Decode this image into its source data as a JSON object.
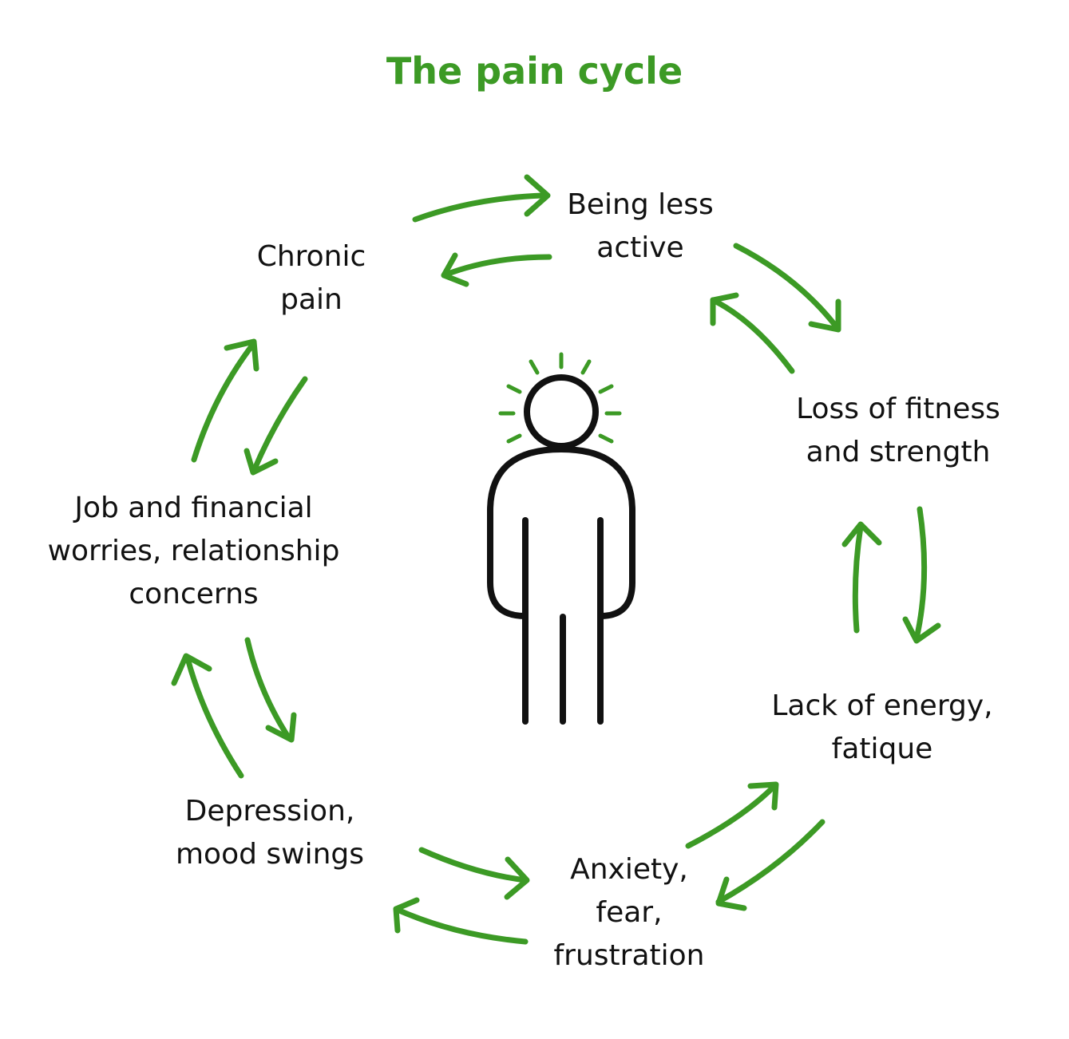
{
  "title": "The pain cycle",
  "colors": {
    "accent": "#3c9a25",
    "figure": "#111111",
    "text": "#111111"
  },
  "figure_icon": "person-with-pain-icon",
  "nodes": [
    {
      "id": "chronic-pain",
      "lines": [
        "Chronic",
        "pain"
      ]
    },
    {
      "id": "being-less-active",
      "lines": [
        "Being less",
        "active"
      ]
    },
    {
      "id": "loss-of-fitness",
      "lines": [
        "Loss of fitness",
        "and strength"
      ]
    },
    {
      "id": "lack-of-energy",
      "lines": [
        "Lack of energy,",
        "fatique"
      ]
    },
    {
      "id": "anxiety",
      "lines": [
        "Anxiety,",
        "fear,",
        "frustration"
      ]
    },
    {
      "id": "depression",
      "lines": [
        "Depression,",
        "mood swings"
      ]
    },
    {
      "id": "job-worries",
      "lines": [
        "Job and financial",
        "worries, relationship",
        "concerns"
      ]
    }
  ]
}
